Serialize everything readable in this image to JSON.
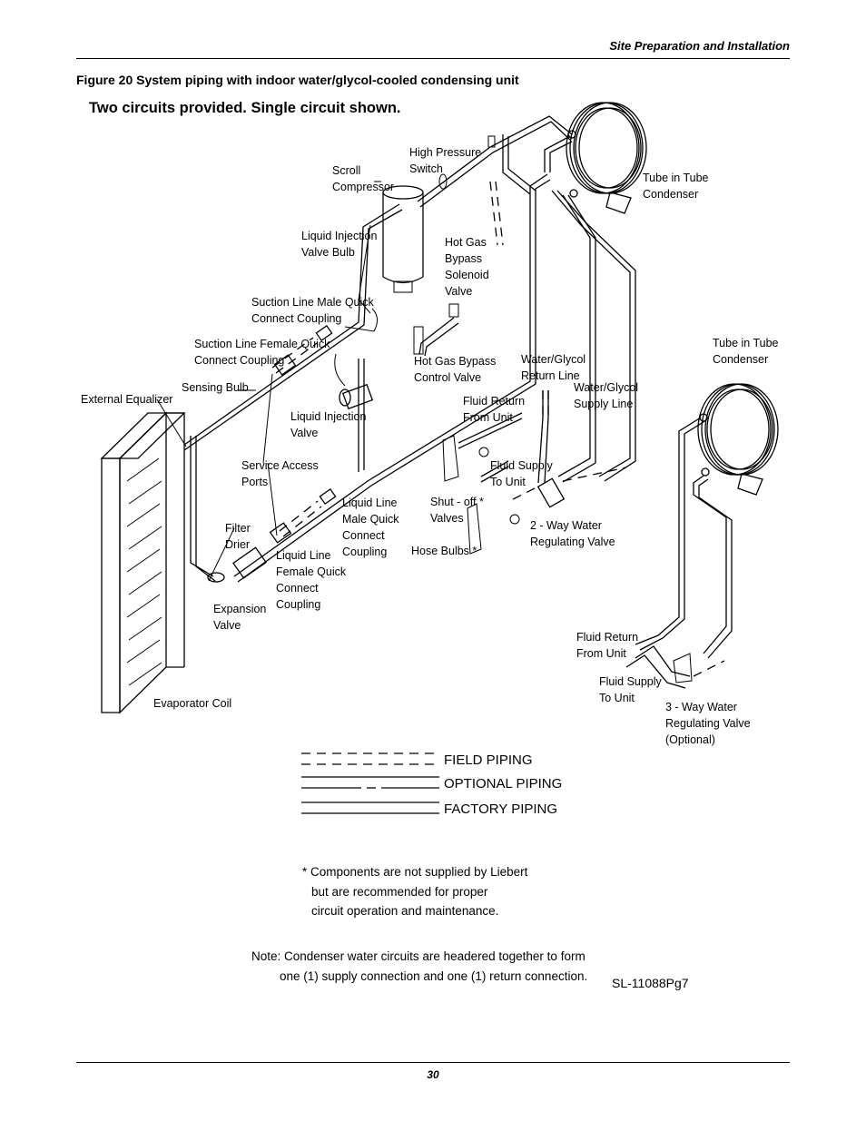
{
  "header": {
    "section": "Site Preparation and Installation"
  },
  "figure": {
    "caption": "Figure 20  System piping with indoor water/glycol-cooled condensing unit",
    "subtitle": "Two circuits provided. Single circuit shown."
  },
  "labels": {
    "high_pressure_switch": [
      "High Pressure",
      "Switch"
    ],
    "scroll_compressor": [
      "Scroll",
      "Compressor"
    ],
    "tube_in_tube_condenser_1": [
      "Tube in Tube",
      "Condenser"
    ],
    "liquid_injection_valve_bulb": [
      "Liquid Injection",
      "Valve Bulb"
    ],
    "hot_gas_bypass_solenoid": [
      "Hot Gas",
      "Bypass",
      "Solenoid",
      "Valve"
    ],
    "suction_male_coupling": [
      "Suction Line Male Quick",
      "Connect Coupling"
    ],
    "suction_female_coupling": [
      "Suction Line Female Quick",
      "Connect Coupling"
    ],
    "hot_gas_bypass_control": [
      "Hot Gas Bypass",
      "Control Valve"
    ],
    "water_glycol_return": [
      "Water/Glycol",
      "Return Line"
    ],
    "tube_in_tube_condenser_2": [
      "Tube in Tube",
      "Condenser"
    ],
    "external_equalizer": [
      "External Equalizer"
    ],
    "sensing_bulb": [
      "Sensing Bulb"
    ],
    "water_glycol_supply": [
      "Water/Glycol",
      "Supply Line"
    ],
    "fluid_return_from_unit_1": [
      "Fluid Return",
      "From Unit"
    ],
    "liquid_injection_valve": [
      "Liquid Injection",
      "Valve"
    ],
    "service_access_ports": [
      "Service Access",
      "Ports"
    ],
    "fluid_supply_to_unit_1": [
      "Fluid Supply",
      "To Unit"
    ],
    "liquid_male_coupling": [
      "Liquid Line",
      "Male Quick",
      "Connect",
      "Coupling"
    ],
    "shutoff_valves": [
      "Shut - off *",
      "Valves"
    ],
    "two_way_valve": [
      "2 - Way Water",
      "Regulating Valve"
    ],
    "filter_drier": [
      "Filter",
      "Drier"
    ],
    "hose_bulbs": [
      "Hose Bulbs *"
    ],
    "liquid_female_coupling": [
      "Liquid Line",
      "Female Quick",
      "Connect",
      "Coupling"
    ],
    "expansion_valve": [
      "Expansion",
      "Valve"
    ],
    "fluid_return_from_unit_2": [
      "Fluid Return",
      "From Unit"
    ],
    "fluid_supply_to_unit_2": [
      "Fluid Supply",
      "To Unit"
    ],
    "evaporator_coil": [
      "Evaporator Coil"
    ],
    "three_way_valve": [
      "3 - Way Water",
      "Regulating Valve",
      "(Optional)"
    ]
  },
  "legend": {
    "field": "FIELD PIPING",
    "optional": "OPTIONAL PIPING",
    "factory": "FACTORY PIPING"
  },
  "notes": {
    "components": [
      "* Components are not supplied by Liebert",
      "but are recommended for proper",
      "circuit operation and maintenance."
    ],
    "condenser": [
      "Note: Condenser water circuits are headered together to form",
      "one (1) supply connection and one (1) return connection."
    ]
  },
  "drawing_id": "SL-11088Pg7",
  "page_number": "30"
}
